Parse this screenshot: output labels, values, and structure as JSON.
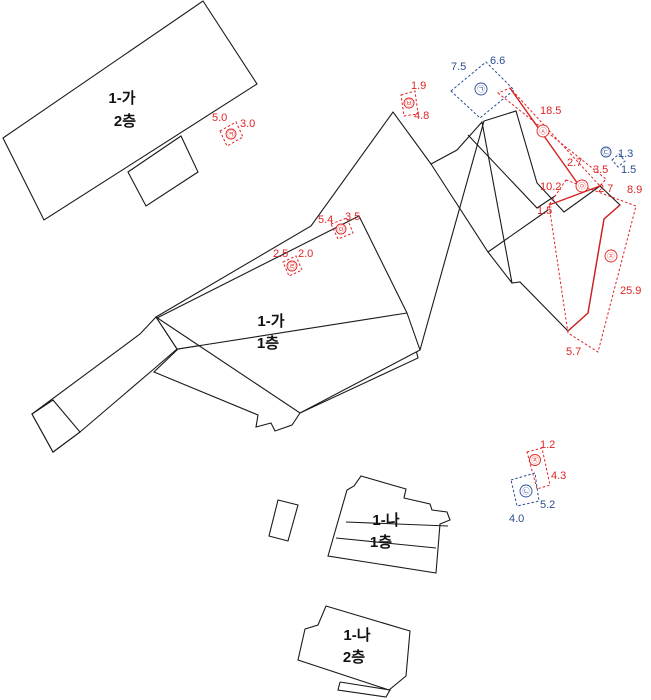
{
  "colors": {
    "red": "#e02424",
    "blue": "#2a4c96",
    "line": "#1a1a1a"
  },
  "buildings": {
    "b1ga2": {
      "name": "1-가",
      "floor": "2층"
    },
    "b1ga1": {
      "name": "1-가",
      "floor": "1층"
    },
    "b1na1": {
      "name": "1-나",
      "floor": "1층"
    },
    "b1na2": {
      "name": "1-나",
      "floor": "2층"
    }
  },
  "markers": {
    "ga": "㉠",
    "na": "㉡",
    "da": "㉢",
    "ra": "㉣",
    "ma": "㉤",
    "ba": "㉥",
    "sa": "㉦",
    "a": "㉧",
    "ja": "㉨",
    "cha": "㉩",
    "ka": "㉪"
  },
  "dims": {
    "ga_w": "7.5",
    "ga_h": "6.6",
    "ba_1": "1.9",
    "ba_2": "4.8",
    "sa_len": "18.5",
    "da_1": "1.3",
    "da_2": "1.5",
    "ka_1": "5.0",
    "ka_2": "3.0",
    "a_1": "2.7",
    "a_2": "3.5",
    "a_3": "10.2",
    "a_4": "2.7",
    "a_5": "8.9",
    "a_6": "1.5",
    "ma_1": "5.4",
    "ma_2": "3.5",
    "ra_1": "2.5",
    "ra_2": "2.0",
    "ja_1": "25.9",
    "ja_2": "5.7",
    "cha_1": "1.2",
    "cha_2": "4.3",
    "na_1": "5.2",
    "na_2": "4.0"
  }
}
